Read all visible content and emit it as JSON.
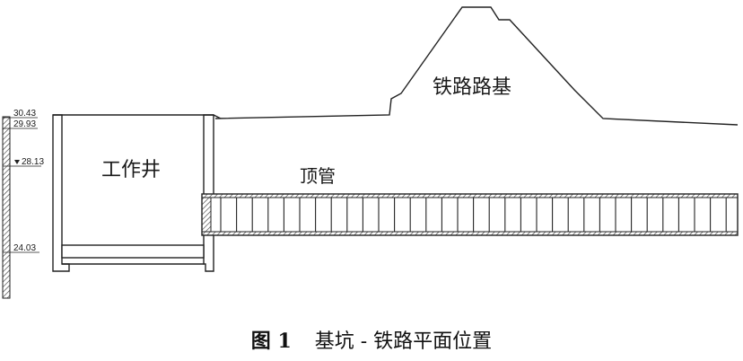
{
  "labels": {
    "railway_embankment": "铁路路基",
    "working_shaft": "工作井",
    "jacking_pipe": "顶管"
  },
  "elevations": [
    "30.43",
    "29.93",
    "28.13",
    "24.03"
  ],
  "caption": {
    "number": "图 1",
    "title": "基坑 - 铁路平面位置"
  }
}
